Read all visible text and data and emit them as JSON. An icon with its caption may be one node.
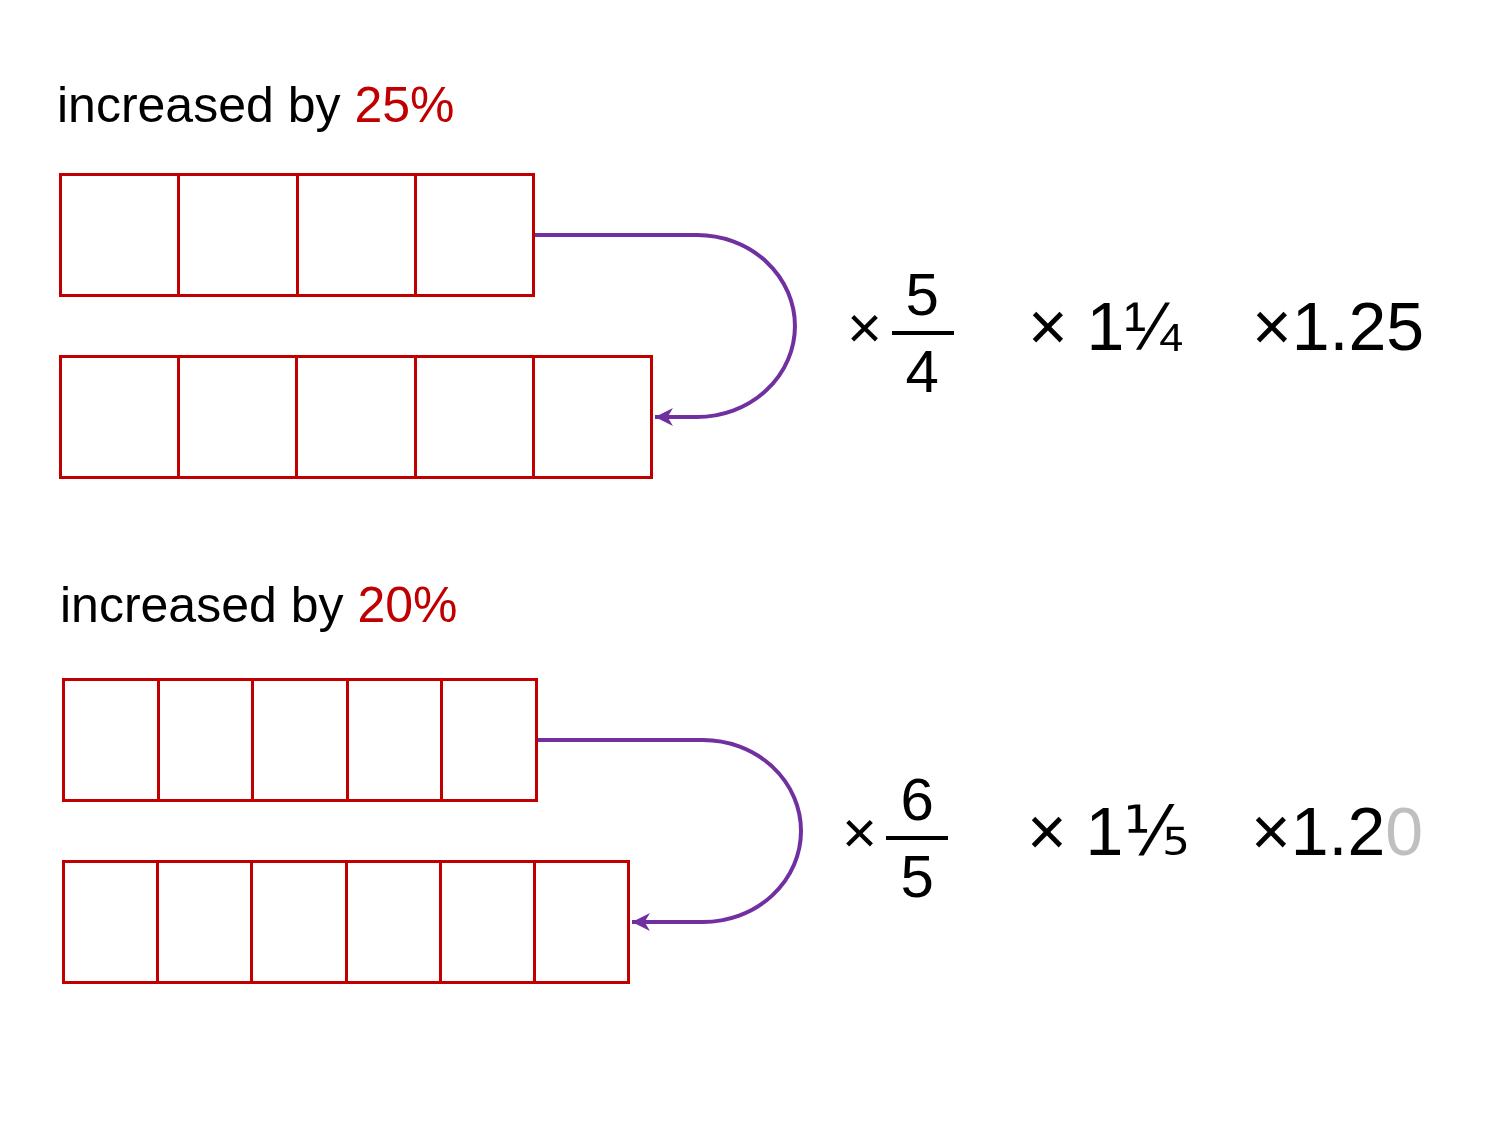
{
  "diagram": {
    "nodes": [
      {
        "text": [],
        "shape": "bar"
      },
      {
        "text": [],
        "shape": "box",
        "in": 0
      },
      {
        "text": [],
        "shape": "box",
        "in": 0
      },
      {
        "text": [],
        "shape": "box",
        "in": 0
      },
      {
        "text": [],
        "shape": "box",
        "in": 0
      },
      {
        "text": [],
        "shape": "bar"
      },
      {
        "text": [],
        "shape": "box",
        "in": 5
      },
      {
        "text": [],
        "shape": "box",
        "in": 5
      },
      {
        "text": [],
        "shape": "box",
        "in": 5
      },
      {
        "text": [],
        "shape": "box",
        "in": 5
      },
      {
        "text": [],
        "shape": "box",
        "in": 5
      },
      {
        "text": [],
        "shape": "bar"
      },
      {
        "text": [],
        "shape": "box",
        "in": 11
      },
      {
        "text": [],
        "shape": "box",
        "in": 11
      },
      {
        "text": [],
        "shape": "box",
        "in": 11
      },
      {
        "text": [],
        "shape": "box",
        "in": 11
      },
      {
        "text": [],
        "shape": "box",
        "in": 11
      },
      {
        "text": [],
        "shape": "bar"
      },
      {
        "text": [],
        "shape": "box",
        "in": 17
      },
      {
        "text": [],
        "shape": "box",
        "in": 17
      },
      {
        "text": [],
        "shape": "box",
        "in": 17
      },
      {
        "text": [],
        "shape": "box",
        "in": 17
      },
      {
        "text": [],
        "shape": "box",
        "in": 17
      },
      {
        "text": [],
        "shape": "box",
        "in": 17
      }
    ],
    "edges": [
      {
        "from": 0,
        "to": 5,
        "arrow": "to"
      },
      {
        "from": 11,
        "to": 17,
        "arrow": "to"
      }
    ],
    "labels": [
      "increased by 25%",
      "×",
      "5",
      "4",
      "× 1¼",
      "×1.25",
      "increased by 20%",
      "×",
      "6",
      "5",
      "× 1⅕",
      "×1.20"
    ]
  }
}
